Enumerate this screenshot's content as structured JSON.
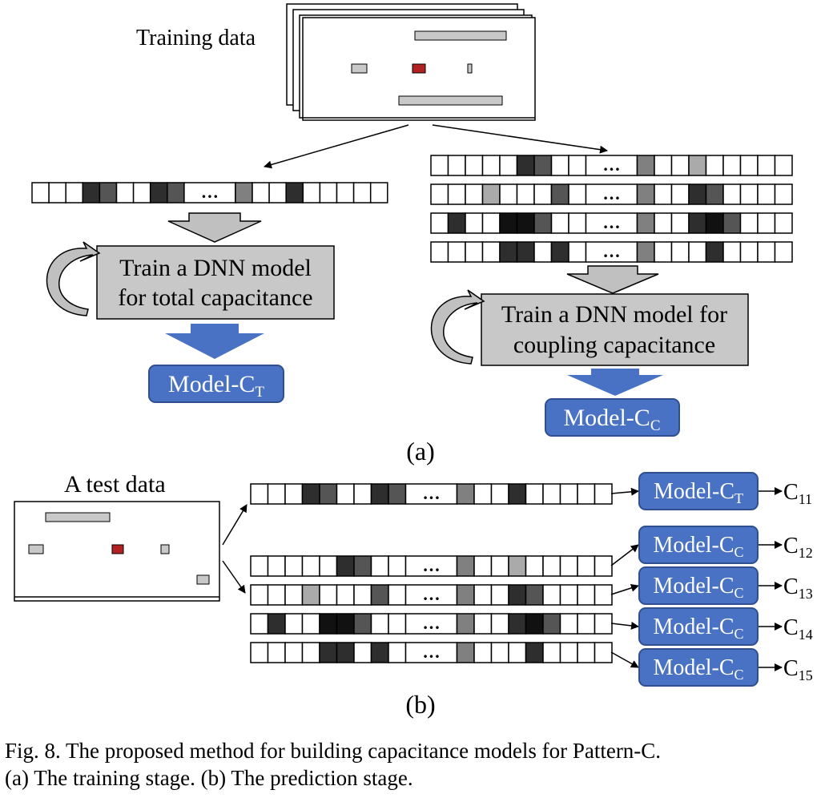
{
  "colors": {
    "stripe_fill": "#cccccc",
    "active_stripe": "#b22222",
    "gray_box": "#c8c8c8",
    "arrow_gray": "#c0c0c0",
    "model_blue": "#4a72c4",
    "model_blue_border": "#2f4f8f",
    "cell_shades": {
      "k": "#111111",
      "d": "#2e2e2e",
      "m": "#555555",
      "g": "#808080",
      "l": "#aaaaaa",
      "w": "#ffffff"
    }
  },
  "training": {
    "title": "Training data",
    "vec_left_cells": [
      "w",
      "w",
      "w",
      "d",
      "m",
      "w",
      "w",
      "d",
      "m",
      "dots",
      "g",
      "w",
      "w",
      "d",
      "w",
      "w",
      "w",
      "w",
      "w"
    ],
    "vec_right_rows": [
      [
        "w",
        "w",
        "w",
        "w",
        "w",
        "d",
        "m",
        "w",
        "w",
        "dots",
        "g",
        "w",
        "w",
        "l",
        "w",
        "w",
        "w",
        "w",
        "w"
      ],
      [
        "w",
        "w",
        "w",
        "l",
        "w",
        "w",
        "w",
        "m",
        "w",
        "dots",
        "g",
        "w",
        "w",
        "d",
        "m",
        "w",
        "w",
        "w",
        "w"
      ],
      [
        "w",
        "d",
        "w",
        "w",
        "k",
        "k",
        "m",
        "w",
        "w",
        "dots",
        "g",
        "w",
        "w",
        "d",
        "k",
        "m",
        "w",
        "w",
        "w"
      ],
      [
        "w",
        "w",
        "w",
        "w",
        "d",
        "d",
        "w",
        "d",
        "w",
        "dots",
        "g",
        "w",
        "w",
        "w",
        "d",
        "w",
        "w",
        "w",
        "w"
      ]
    ],
    "dots_label": "…",
    "train_total": [
      "Train a DNN model",
      "for total capacitance"
    ],
    "train_coupling": [
      "Train a DNN model for",
      "coupling capacitance"
    ],
    "model_ct": {
      "base": "Model-C",
      "sub": "T"
    },
    "model_cc": {
      "base": "Model-C",
      "sub": "C"
    },
    "label": "(a)"
  },
  "prediction": {
    "title": "A test data",
    "rows": [
      {
        "cells": [
          "w",
          "w",
          "w",
          "d",
          "m",
          "w",
          "w",
          "d",
          "m",
          "dots",
          "g",
          "w",
          "w",
          "d",
          "w",
          "w",
          "w",
          "w",
          "w"
        ],
        "model": {
          "base": "Model-C",
          "sub": "T"
        },
        "output": {
          "base": "C",
          "sub": "11"
        }
      },
      {
        "cells": [
          "w",
          "w",
          "w",
          "w",
          "w",
          "d",
          "m",
          "w",
          "w",
          "dots",
          "g",
          "w",
          "w",
          "l",
          "w",
          "w",
          "w",
          "w",
          "w"
        ],
        "model": {
          "base": "Model-C",
          "sub": "C"
        },
        "output": {
          "base": "C",
          "sub": "12"
        }
      },
      {
        "cells": [
          "w",
          "w",
          "w",
          "l",
          "w",
          "w",
          "w",
          "m",
          "w",
          "dots",
          "g",
          "w",
          "w",
          "d",
          "m",
          "w",
          "w",
          "w",
          "w"
        ],
        "model": {
          "base": "Model-C",
          "sub": "C"
        },
        "output": {
          "base": "C",
          "sub": "13"
        }
      },
      {
        "cells": [
          "w",
          "d",
          "w",
          "w",
          "k",
          "k",
          "m",
          "w",
          "w",
          "dots",
          "g",
          "w",
          "w",
          "d",
          "k",
          "m",
          "w",
          "w",
          "w"
        ],
        "model": {
          "base": "Model-C",
          "sub": "C"
        },
        "output": {
          "base": "C",
          "sub": "14"
        }
      },
      {
        "cells": [
          "w",
          "w",
          "w",
          "w",
          "d",
          "d",
          "w",
          "d",
          "w",
          "dots",
          "g",
          "w",
          "w",
          "w",
          "d",
          "w",
          "w",
          "w",
          "w"
        ],
        "model": {
          "base": "Model-C",
          "sub": "C"
        },
        "output": {
          "base": "C",
          "sub": "15"
        }
      }
    ],
    "label": "(b)"
  },
  "caption": [
    "Fig. 8.  The proposed method for building capacitance models for Pattern-C.",
    "(a) The training stage. (b) The prediction stage."
  ]
}
